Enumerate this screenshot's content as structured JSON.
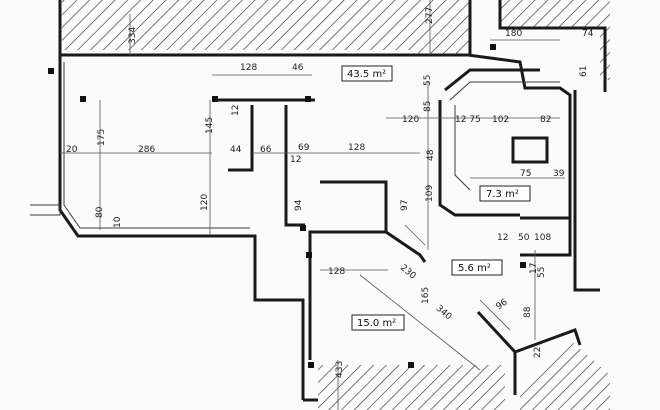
{
  "rooms": [
    {
      "id": "room-main",
      "label": "43.5 m²"
    },
    {
      "id": "room-hall",
      "label": "7.3 m²"
    },
    {
      "id": "room-bath",
      "label": "5.6 m²"
    },
    {
      "id": "room-lower",
      "label": "15.0 m²"
    }
  ],
  "dimensions": {
    "d128a": "128",
    "d46": "46",
    "d334": "334",
    "d277": "277",
    "d180": "180",
    "d74": "74",
    "d61": "61",
    "d55a": "55",
    "d85": "85",
    "d120": "120",
    "d127": "12 75",
    "d102": "102",
    "d82": "82",
    "d12a": "12",
    "d175": "175",
    "d145": "145",
    "d20": "20",
    "d286": "286",
    "d44": "44",
    "d66": "66",
    "d12b": "12",
    "d69": "69",
    "d128b": "128",
    "d48": "48",
    "d75": "75",
    "d39": "39",
    "d109": "109",
    "d97": "97",
    "d94": "94",
    "d80": "80",
    "d10": "10",
    "d120b": "120",
    "d12c": "12",
    "d50": "50",
    "d108": "108",
    "d128c": "128",
    "d230": "230",
    "d165": "165",
    "d340": "340",
    "d17": "17",
    "d55b": "55",
    "d96": "96",
    "d88": "88",
    "d22": "22",
    "d433": "433"
  },
  "colors": {
    "wall": "#1a1a1a",
    "paper": "#fbfbfb"
  }
}
